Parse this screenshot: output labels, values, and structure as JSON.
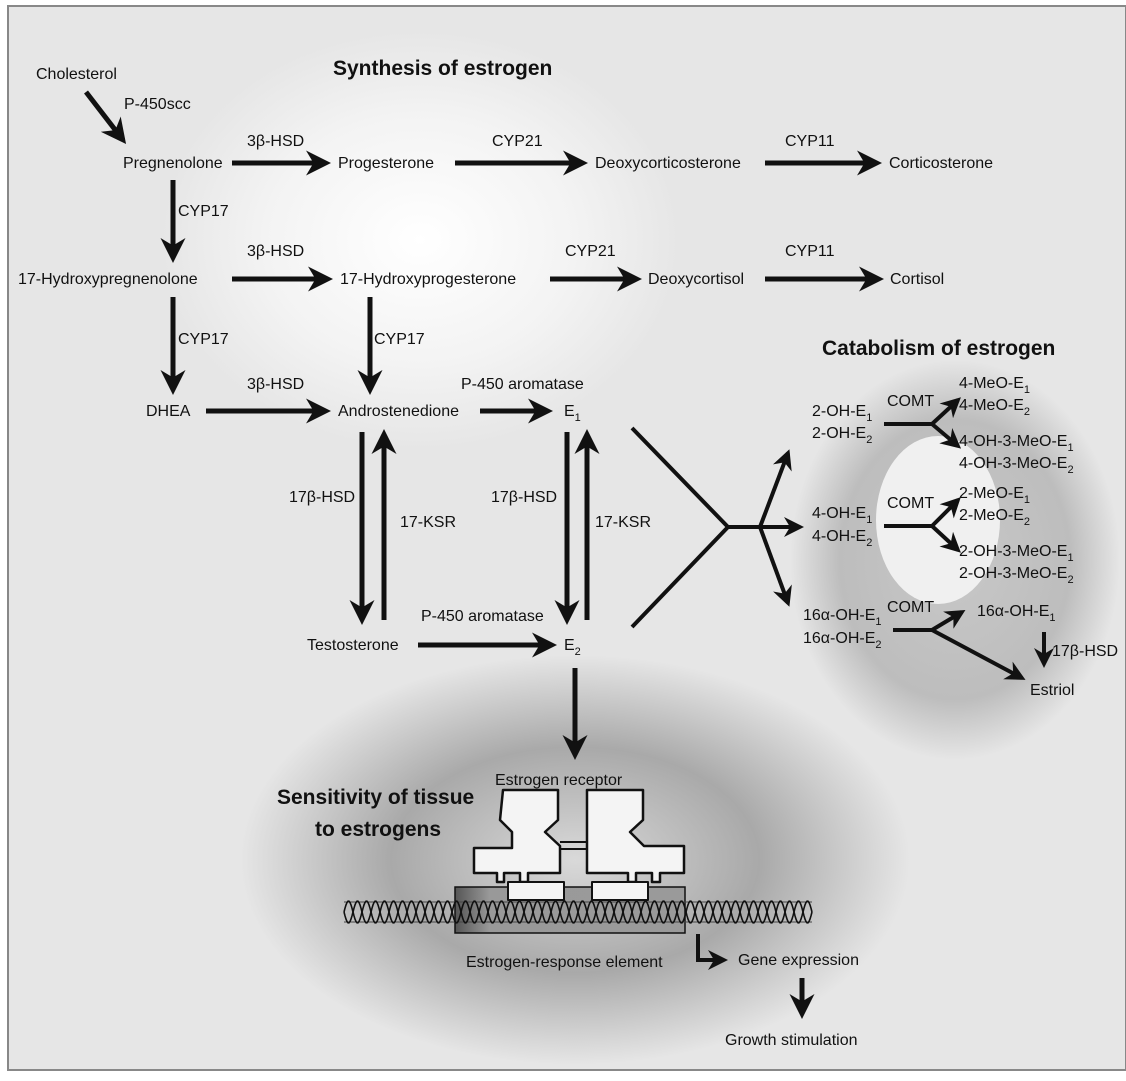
{
  "titles": {
    "synthesis": "Synthesis of estrogen",
    "catabolism": "Catabolism of estrogen",
    "sensitivity_line1": "Sensitivity of tissue",
    "sensitivity_line2": "to estrogens"
  },
  "compounds": {
    "cholesterol": "Cholesterol",
    "pregnenolone": "Pregnenolone",
    "progesterone": "Progesterone",
    "deoxycorticosterone": "Deoxycorticosterone",
    "corticosterone": "Corticosterone",
    "hydroxypregnenolone": "17-Hydroxypregnenolone",
    "hydroxyprogesterone": "17-Hydroxyprogesterone",
    "deoxycortisol": "Deoxycortisol",
    "cortisol": "Cortisol",
    "dhea": "DHEA",
    "androstenedione": "Androstenedione",
    "e1": "E",
    "e1_sub": "1",
    "testosterone": "Testosterone",
    "e2": "E",
    "e2_sub": "2",
    "estriol": "Estriol"
  },
  "enzymes": {
    "p450scc": "P-450scc",
    "hsd3b": "3β-HSD",
    "cyp21": "CYP21",
    "cyp11": "CYP11",
    "cyp17": "CYP17",
    "aromatase": "P-450 aromatase",
    "hsd17b": "17β-HSD",
    "ksr17": "17-KSR",
    "comt": "COMT"
  },
  "metabolites": {
    "oh2": [
      "2-OH-E",
      "2-OH-E"
    ],
    "oh4": [
      "4-OH-E",
      "4-OH-E"
    ],
    "oh16": [
      "16α-OH-E",
      "16α-OH-E"
    ],
    "meo4": [
      "4-MeO-E",
      "4-MeO-E"
    ],
    "oh3meo4": [
      "4-OH-3-MeO-E",
      "4-OH-3-MeO-E"
    ],
    "meo2": [
      "2-MeO-E",
      "2-MeO-E"
    ],
    "oh3meo2": [
      "2-OH-3-MeO-E",
      "2-OH-3-MeO-E"
    ],
    "oh16e1": "16α-OH-E",
    "subs": [
      "1",
      "2"
    ]
  },
  "receptor": {
    "receptor_label": "Estrogen receptor",
    "ere_label": "Estrogen-response element",
    "gene_expression": "Gene expression",
    "growth": "Growth stimulation"
  },
  "colors": {
    "background": "#e6e6e6",
    "ink": "#111111",
    "border": "#888888"
  }
}
